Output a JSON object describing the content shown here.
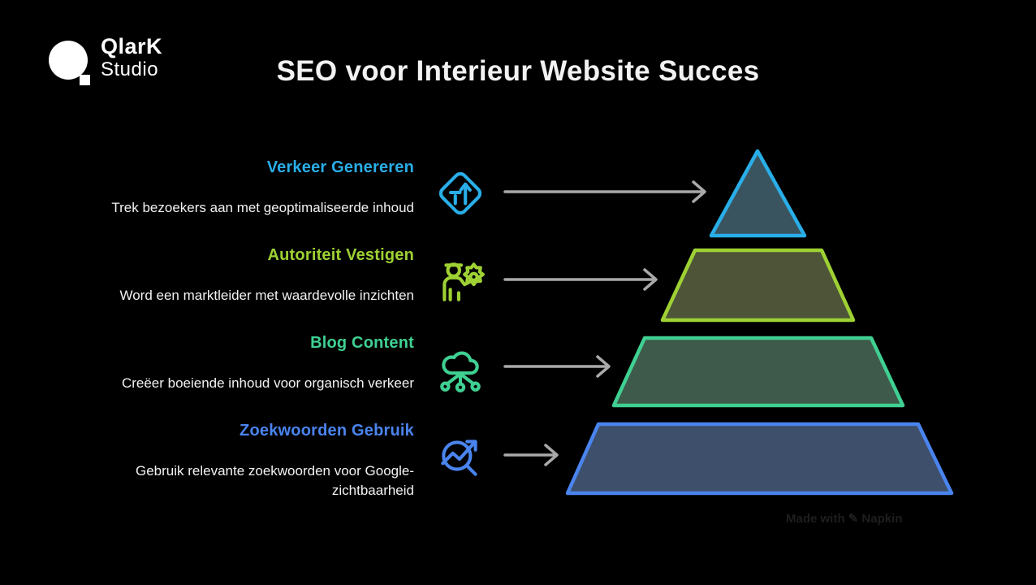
{
  "brand": {
    "line1": "QlarK",
    "line2": "Studio"
  },
  "header": {
    "title": "SEO voor Interieur Website Succes"
  },
  "levels": [
    {
      "label": "Verkeer Genereren",
      "description": "Trek bezoekers aan met geoptimaliseerde inhoud",
      "color": "#29aee8",
      "fill": "#3a545f",
      "icon": "merge-sign-icon"
    },
    {
      "label": "Autoriteit Vestigen",
      "description": "Word een marktleider met waardevolle inzichten",
      "color": "#9ed133",
      "fill": "#4d5438",
      "icon": "authority-person-icon"
    },
    {
      "label": "Blog Content",
      "description": "Creëer boeiende inhoud voor organisch verkeer",
      "color": "#3fd092",
      "fill": "#3e5a4a",
      "icon": "cloud-network-icon"
    },
    {
      "label": "Zoekwoorden Gebruik",
      "description": "Gebruik relevante zoekwoorden voor Google-zichtbaarheid",
      "color": "#4a84ee",
      "fill": "#3d4f6a",
      "icon": "search-trend-icon"
    }
  ],
  "arrow_color": "#a9a9a9",
  "watermark": {
    "text": "Made with ✎ Napkin"
  }
}
